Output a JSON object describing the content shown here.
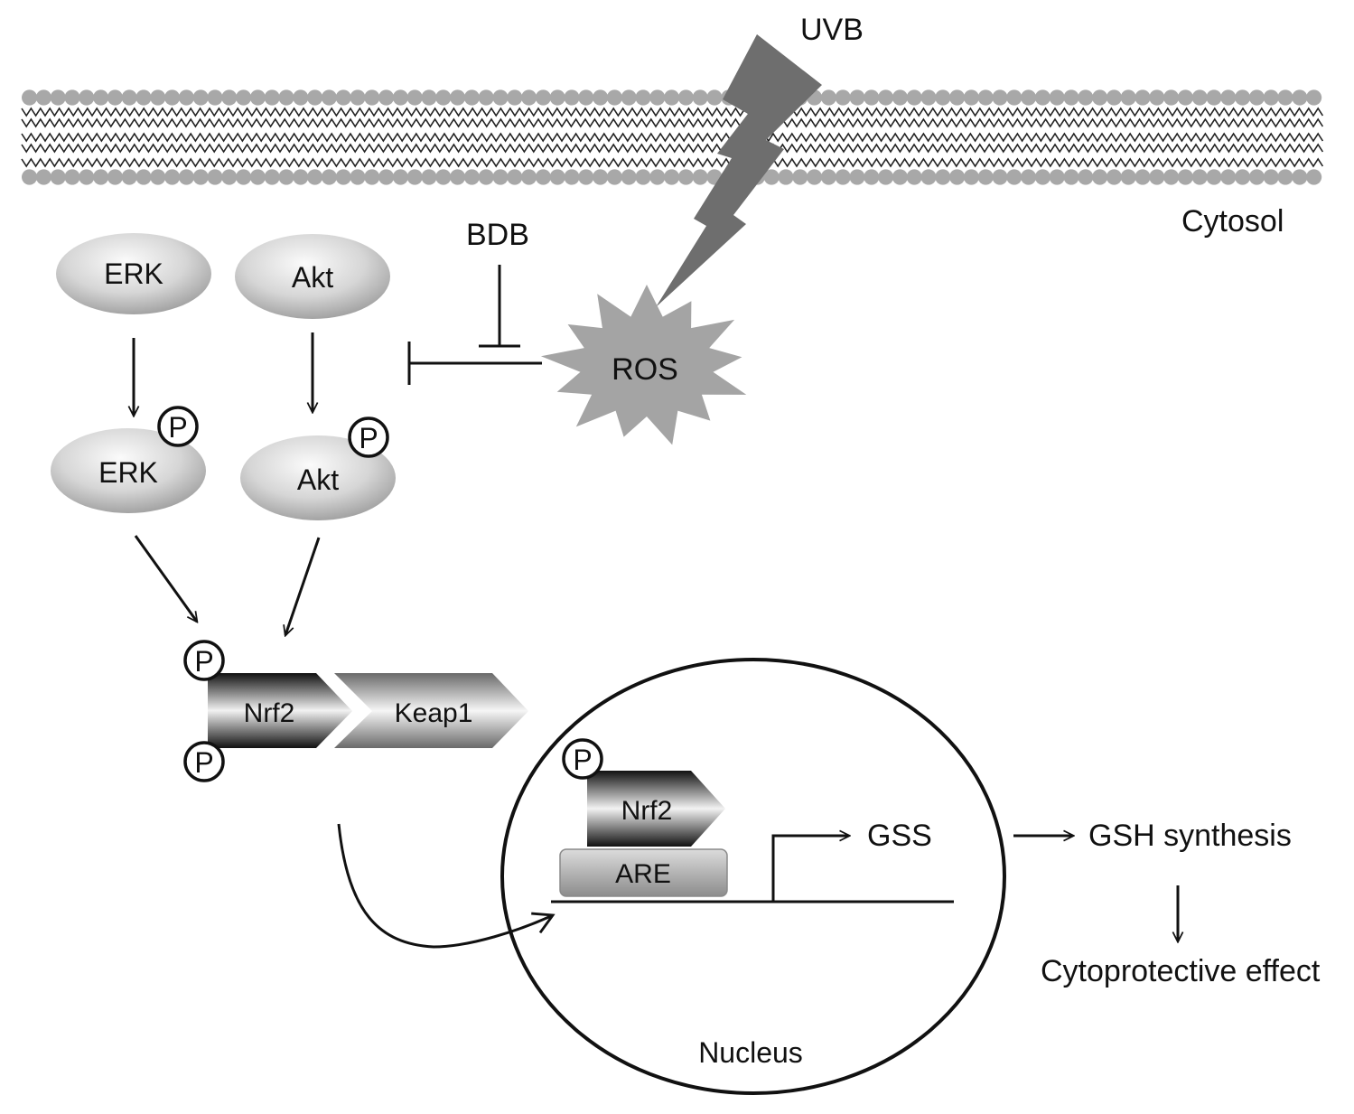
{
  "labels": {
    "uvb": "UVB",
    "cytosol": "Cytosol",
    "bdb": "BDB",
    "ros": "ROS",
    "erk": "ERK",
    "erk_p": "ERK",
    "akt": "Akt",
    "akt_p": "Akt",
    "phospho": "P",
    "nrf2": "Nrf2",
    "keap1": "Keap1",
    "nrf2_nuclear": "Nrf2",
    "are": "ARE",
    "gss": "GSS",
    "gsh_synthesis": "GSH synthesis",
    "cytoprotective": "Cytoprotective effect",
    "nucleus": "Nucleus"
  },
  "colors": {
    "membrane_head": "#a8a8a8",
    "lightning": "#6e6e6e",
    "ros_burst": "#a4a4a4",
    "line": "#111111"
  }
}
